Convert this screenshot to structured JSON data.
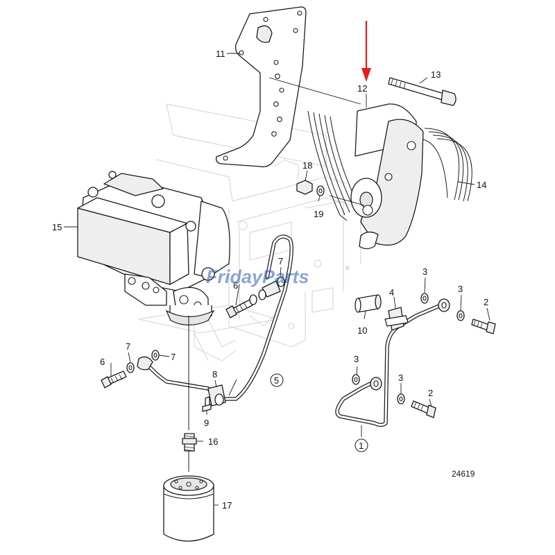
{
  "diagram": {
    "drawing_number": "24619",
    "highlighted_part": "12",
    "highlight_color": "#e0201b",
    "callouts": [
      "1",
      "2",
      "3",
      "4",
      "5",
      "6",
      "7",
      "8",
      "9",
      "10",
      "11",
      "12",
      "13",
      "14",
      "15",
      "16",
      "17",
      "18",
      "19"
    ]
  },
  "watermark": {
    "text": "FridayParts",
    "mark": "®",
    "color": "#2b5fae"
  }
}
